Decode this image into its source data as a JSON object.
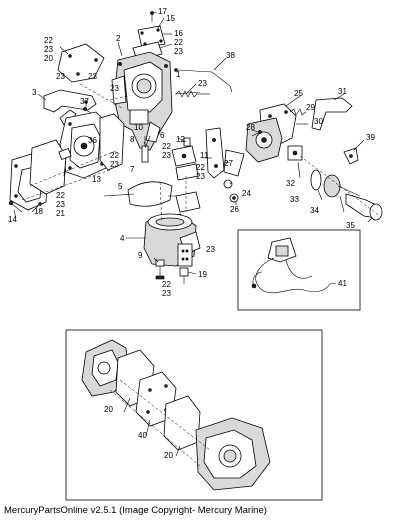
{
  "footer": {
    "caption": "MercuryPartsOnline v2.5.1 (Image Copyright- Mercury Marine)"
  },
  "callouts": [
    {
      "id": "c17",
      "text": "17"
    },
    {
      "id": "c15",
      "text": "15"
    },
    {
      "id": "c16",
      "text": "16"
    },
    {
      "id": "c22a",
      "text": "22"
    },
    {
      "id": "c23a",
      "text": "23"
    },
    {
      "id": "c2",
      "text": "2"
    },
    {
      "id": "c22b",
      "text": "22"
    },
    {
      "id": "c23b",
      "text": "23"
    },
    {
      "id": "c20a",
      "text": "20"
    },
    {
      "id": "c38",
      "text": "38"
    },
    {
      "id": "c23c",
      "text": "23"
    },
    {
      "id": "c23d",
      "text": "23"
    },
    {
      "id": "c1",
      "text": "1"
    },
    {
      "id": "c23e",
      "text": "23"
    },
    {
      "id": "c3",
      "text": "3"
    },
    {
      "id": "c37",
      "text": "37"
    },
    {
      "id": "c23f",
      "text": "23"
    },
    {
      "id": "c25",
      "text": "25"
    },
    {
      "id": "c29",
      "text": "29"
    },
    {
      "id": "c31",
      "text": "31"
    },
    {
      "id": "c10",
      "text": "10"
    },
    {
      "id": "c28",
      "text": "28"
    },
    {
      "id": "c30",
      "text": "30"
    },
    {
      "id": "c36",
      "text": "36"
    },
    {
      "id": "c12",
      "text": "12"
    },
    {
      "id": "c6",
      "text": "6"
    },
    {
      "id": "c8",
      "text": "8"
    },
    {
      "id": "c22c",
      "text": "22"
    },
    {
      "id": "c23g",
      "text": "23"
    },
    {
      "id": "c22d",
      "text": "22"
    },
    {
      "id": "c23h",
      "text": "23"
    },
    {
      "id": "c11",
      "text": "11"
    },
    {
      "id": "c39",
      "text": "39"
    },
    {
      "id": "c27",
      "text": "27"
    },
    {
      "id": "c13",
      "text": "13"
    },
    {
      "id": "c22e",
      "text": "22"
    },
    {
      "id": "c23i",
      "text": "23"
    },
    {
      "id": "c7",
      "text": "7"
    },
    {
      "id": "c5",
      "text": "5"
    },
    {
      "id": "c32",
      "text": "32"
    },
    {
      "id": "c22f",
      "text": "22"
    },
    {
      "id": "c23j",
      "text": "23"
    },
    {
      "id": "c21",
      "text": "21"
    },
    {
      "id": "c18",
      "text": "18"
    },
    {
      "id": "c24",
      "text": "24"
    },
    {
      "id": "c26",
      "text": "26"
    },
    {
      "id": "c33",
      "text": "33"
    },
    {
      "id": "c34",
      "text": "34"
    },
    {
      "id": "c14",
      "text": "14"
    },
    {
      "id": "c35",
      "text": "35"
    },
    {
      "id": "c4",
      "text": "4"
    },
    {
      "id": "c23k",
      "text": "23"
    },
    {
      "id": "c9",
      "text": "9"
    },
    {
      "id": "c41",
      "text": "41"
    },
    {
      "id": "c19",
      "text": "19"
    },
    {
      "id": "c22g",
      "text": "22"
    },
    {
      "id": "c23l",
      "text": "23"
    },
    {
      "id": "c20b",
      "text": "20"
    },
    {
      "id": "c40",
      "text": "40"
    },
    {
      "id": "c20c",
      "text": "20"
    }
  ]
}
